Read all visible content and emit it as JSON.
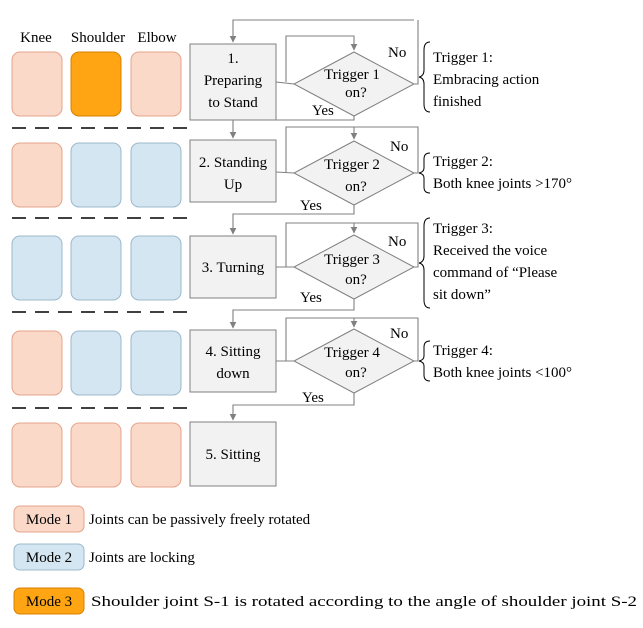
{
  "column_headers": {
    "knee": "Knee",
    "shoulder": "Shoulder",
    "elbow": "Elbow"
  },
  "colors": {
    "mode1_fill": "#fbd9c9",
    "mode1_stroke": "#e5a48a",
    "mode2_fill": "#d4e6f1",
    "mode2_stroke": "#9cb8cc",
    "mode3_fill": "#ffa514",
    "mode3_stroke": "#d88000",
    "process_fill": "#f2f2f2",
    "line": "#808080"
  },
  "rows": [
    {
      "modes": [
        1,
        3,
        1
      ]
    },
    {
      "modes": [
        1,
        2,
        2
      ]
    },
    {
      "modes": [
        2,
        2,
        2
      ]
    },
    {
      "modes": [
        1,
        2,
        2
      ]
    },
    {
      "modes": [
        1,
        1,
        1
      ]
    }
  ],
  "steps": {
    "s1": {
      "line1": "1.",
      "line2": "Preparing",
      "line3": "to Stand"
    },
    "s2": {
      "line1": "2. Standing",
      "line2": "Up"
    },
    "s3": {
      "line1": "3. Turning"
    },
    "s4": {
      "line1": "4. Sitting",
      "line2": "down"
    },
    "s5": {
      "line1": "5. Sitting"
    }
  },
  "decisions": {
    "d1": {
      "line1": "Trigger 1",
      "line2": "on?"
    },
    "d2": {
      "line1": "Trigger 2",
      "line2": "on?"
    },
    "d3": {
      "line1": "Trigger 3",
      "line2": "on?"
    },
    "d4": {
      "line1": "Trigger 4",
      "line2": "on?"
    }
  },
  "branch_labels": {
    "no": "No",
    "yes": "Yes"
  },
  "triggers": {
    "t1": {
      "line1": "Trigger 1:",
      "line2": "Embracing action",
      "line3": "finished"
    },
    "t2": {
      "line1": "Trigger 2:",
      "line2": "Both knee joints >170°"
    },
    "t3": {
      "line1": "Trigger 3:",
      "line2": "Received the voice",
      "line3": "command of “Please",
      "line4": "sit down”"
    },
    "t4": {
      "line1": "Trigger 4:",
      "line2": "Both knee joints <100°"
    }
  },
  "legend": [
    {
      "mode": "Mode 1",
      "text": "Joints can be passively freely rotated"
    },
    {
      "mode": "Mode 2",
      "text": "Joints are locking"
    },
    {
      "mode": "Mode 3",
      "text": "Shoulder joint S-1 is rotated according to the angle of shoulder joint S-2"
    }
  ]
}
